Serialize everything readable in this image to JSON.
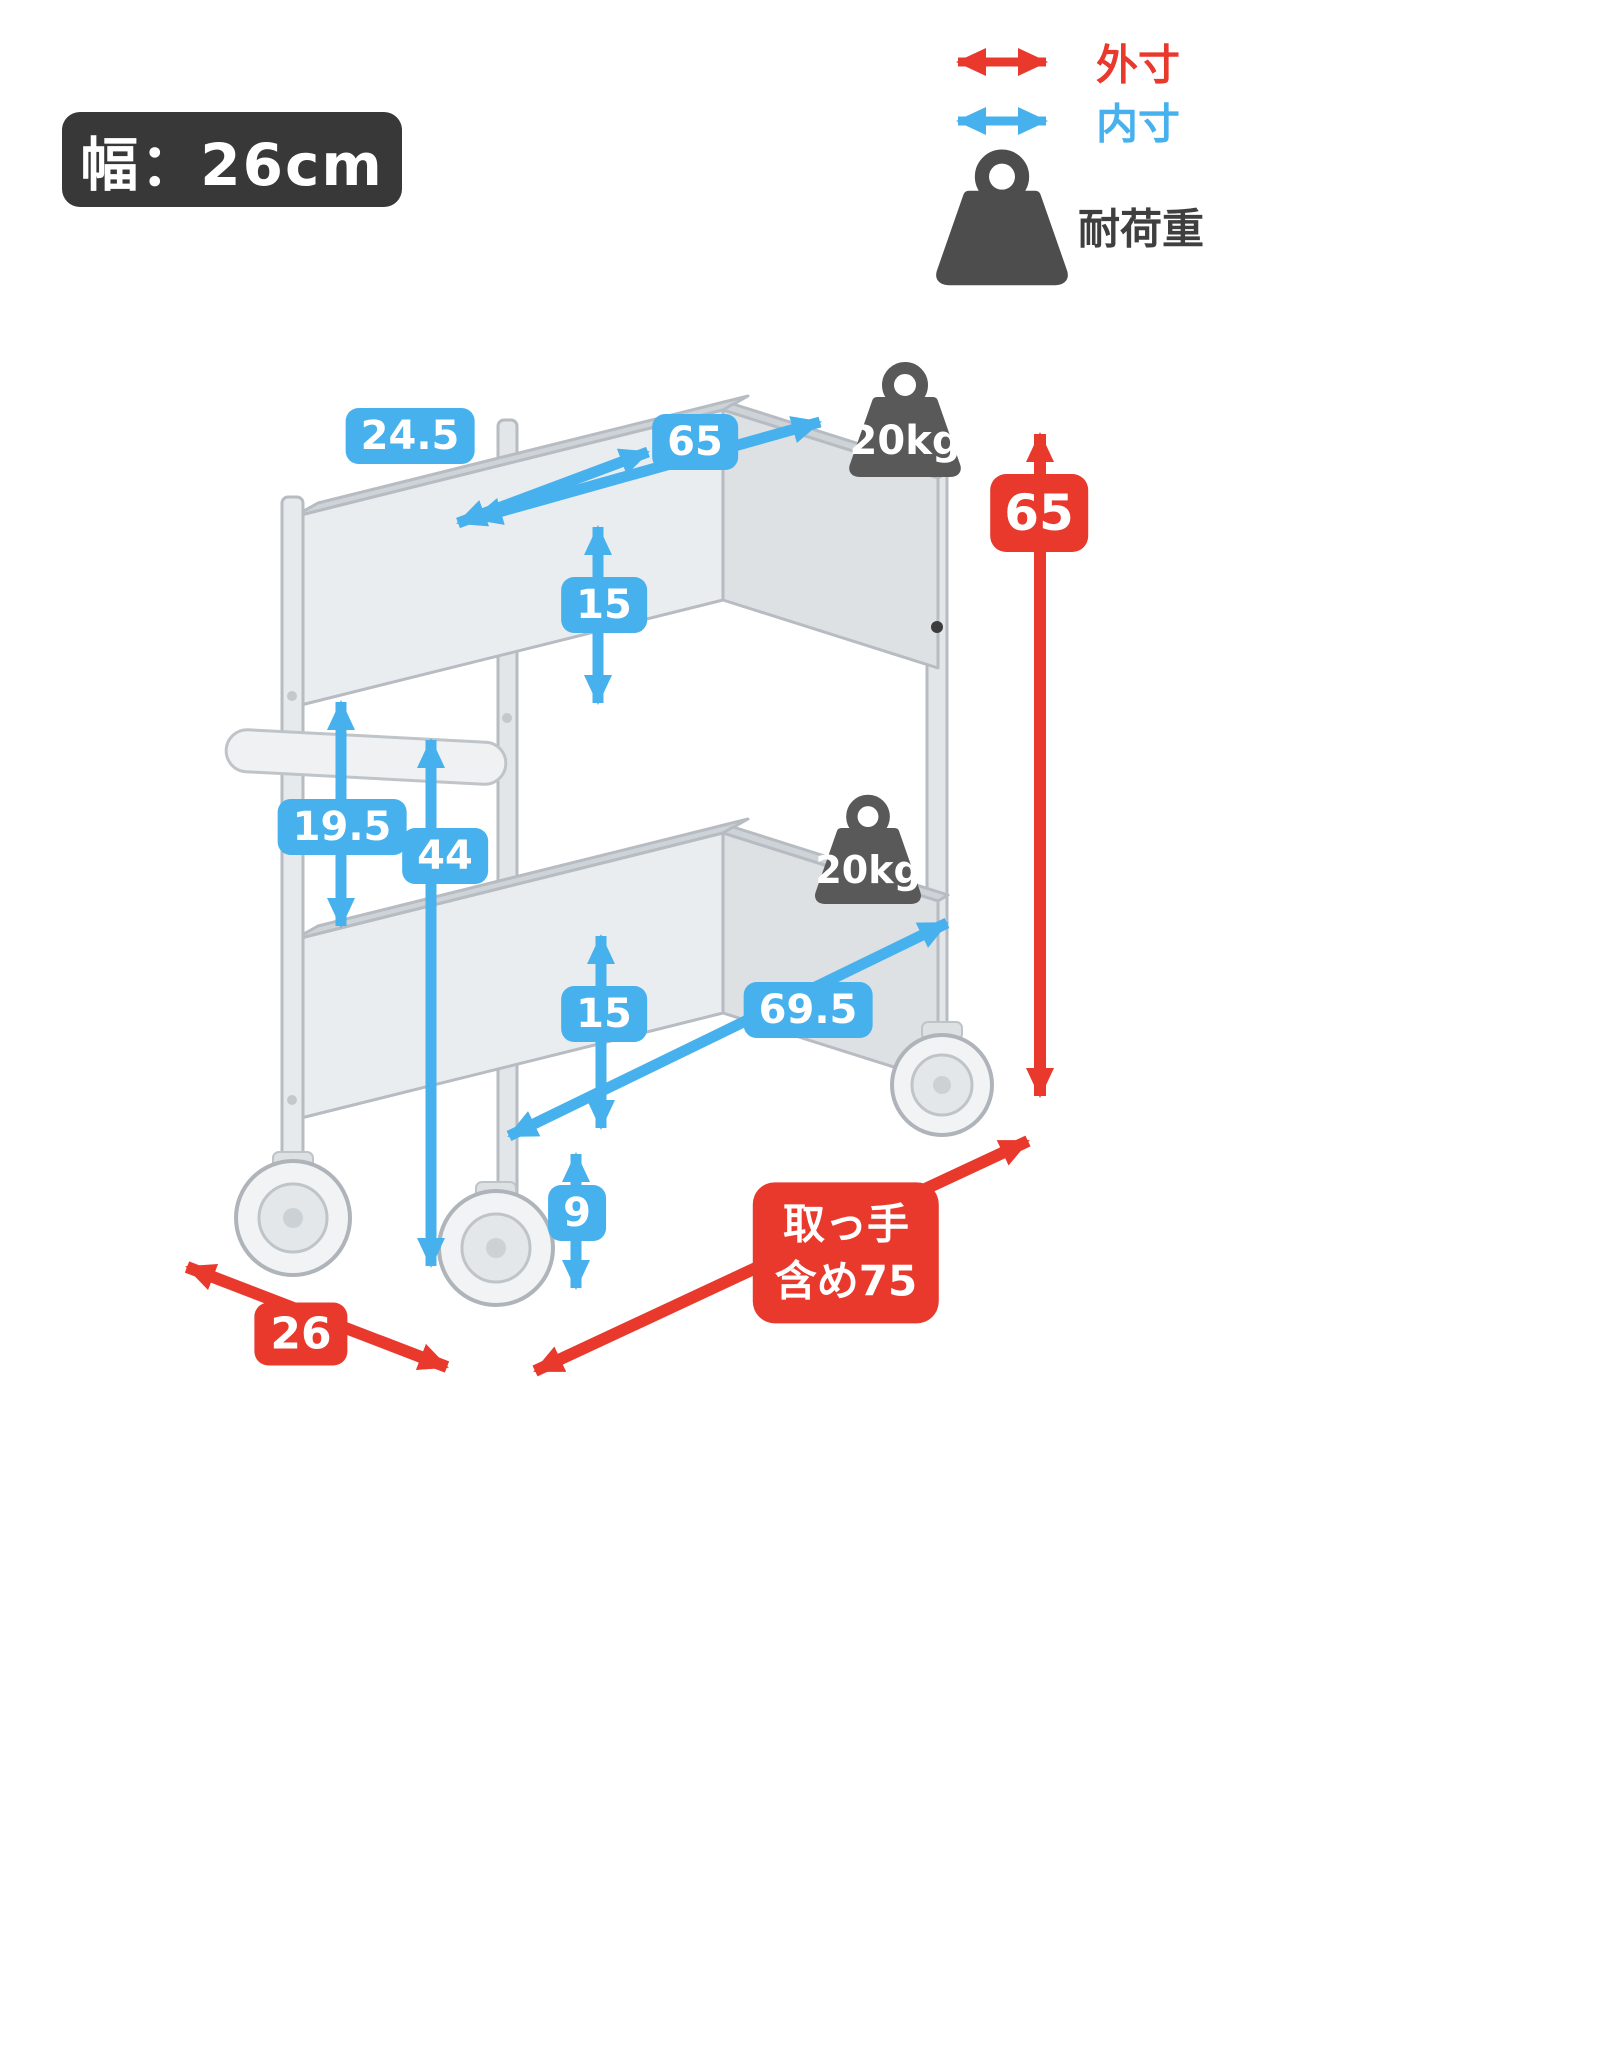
{
  "title_badge": {
    "text": "幅：26cm"
  },
  "legend": {
    "items": [
      {
        "id": "outer-dimension",
        "label": "外寸",
        "color": "#e8392c",
        "icon": "red-double-arrow-icon"
      },
      {
        "id": "inner-dimension",
        "label": "内寸",
        "color": "#47b1ee",
        "icon": "blue-double-arrow-icon"
      },
      {
        "id": "load-capacity",
        "label": "耐荷重",
        "color": "#3f3f3f",
        "icon": "weight-icon"
      }
    ]
  },
  "product": {
    "description": "two-tier storage cart with handle and casters",
    "load_labels": {
      "top_shelf": "20kg",
      "bottom_shelf": "20kg"
    }
  },
  "dimensions_cm": {
    "inner": {
      "top_depth": "24.5",
      "top_length": "65",
      "top_height": "15",
      "handle_gap": "19.5",
      "bottom_clearance": "44",
      "bottom_height": "15",
      "bottom_length": "69.5",
      "caster_height": "9"
    },
    "outer": {
      "height": "65",
      "width": "26",
      "length_with_handle_line1": "取っ手",
      "length_with_handle_line2": "含め75"
    }
  },
  "colors": {
    "outer_dim_red": "#e8392c",
    "inner_dim_blue": "#47b1ee",
    "title_badge_dark": "#383838",
    "weight_gray": "#595959",
    "cart_light_gray": "#eaedf0"
  }
}
